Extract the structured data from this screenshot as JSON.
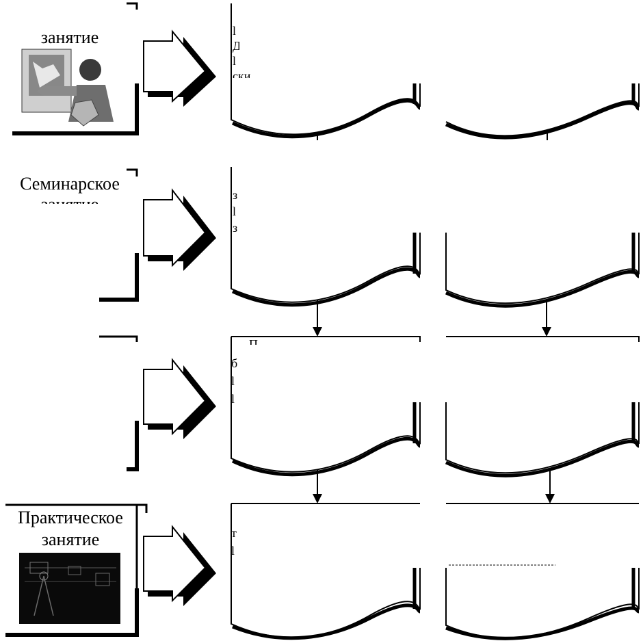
{
  "rows": [
    {
      "label_lines": [
        "занятие"
      ]
    },
    {
      "label_lines": [
        "Семинарское",
        "занятие"
      ]
    },
    {
      "label_lines": []
    },
    {
      "label_lines": [
        "Практическое",
        "занятие"
      ]
    }
  ],
  "fragments": {
    "r1_left": [
      "l",
      "Д",
      "l",
      "ски"
    ],
    "r2_left": [
      "з",
      "l",
      "з"
    ],
    "r3_left_top": "П",
    "r3_left": [
      "б",
      "l",
      "l"
    ],
    "r4_left": [
      "т",
      "l"
    ]
  },
  "images": {
    "lecture": "lecturer-pointing-at-xray-clipart",
    "practical": "dark-laboratory-photo"
  },
  "colors": {
    "stroke": "#000000",
    "background": "#ffffff"
  }
}
